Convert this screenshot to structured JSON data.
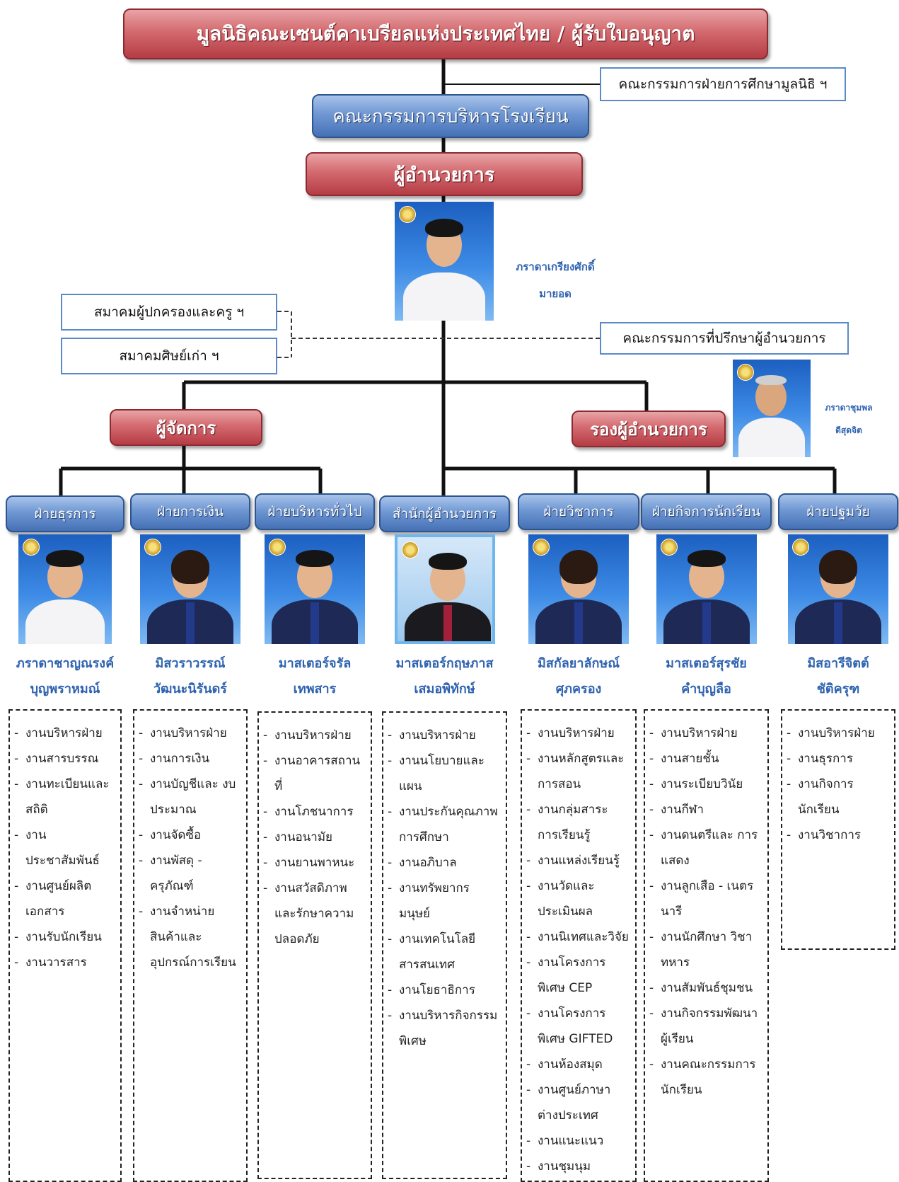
{
  "header": {
    "foundation": "มูลนิธิคณะเซนต์คาเบรียลแห่งประเทศไทย / ผู้รับใบอนุญาต",
    "education_committee": "คณะกรรมการฝ่ายการศึกษามูลนิธิ ฯ",
    "school_board": "คณะกรรมการบริหารโรงเรียน",
    "director_title": "ผู้อำนวยการ",
    "director_name_1": "ภราดาเกรียงศักดิ์",
    "director_name_2": "มายอด"
  },
  "side": {
    "parents_assoc": "สมาคมผู้ปกครองและครู ฯ",
    "alumni_assoc": "สมาคมศิษย์เก่า ฯ",
    "advisory_committee": "คณะกรรมการที่ปรึกษาผู้อำนวยการ"
  },
  "manager": {
    "title": "ผู้จัดการ"
  },
  "deputy": {
    "title": "รองผู้อำนวยการ",
    "name_1": "ภราดาชุมพล",
    "name_2": "ดีสุดจิต"
  },
  "departments": [
    {
      "title": "ฝ่ายธุรการ",
      "name_1": "ภราดาชาญณรงค์",
      "name_2": "บุญพราหมณ์",
      "items": [
        "งานบริหารฝ่าย",
        "งานสารบรรณ",
        "งานทะเบียนและ สถิติ",
        "งานประชาสัมพันธ์",
        "งานศูนย์ผลิต เอกสาร",
        "งานรับนักเรียน",
        "งานวารสาร"
      ]
    },
    {
      "title": "ฝ่ายการเงิน",
      "name_1": "มิสวราวรรณ์",
      "name_2": "วัฒนะนิรันดร์",
      "items": [
        "งานบริหารฝ่าย",
        "งานการเงิน",
        "งานบัญชีและ งบประมาณ",
        "งานจัดซื้อ",
        "งานพัสดุ - ครุภัณฑ์",
        "งานจำหน่าย สินค้าและ อุปกรณ์การเรียน"
      ]
    },
    {
      "title": "ฝ่ายบริหารทั่วไป",
      "name_1": "มาสเตอร์จรัล",
      "name_2": "เทพสาร",
      "items": [
        "งานบริหารฝ่าย",
        "งานอาคารสถานที่",
        "งานโภชนาการ",
        "งานอนามัย",
        "งานยานพาหนะ",
        "งานสวัสดิภาพ และรักษาความ ปลอดภัย"
      ]
    },
    {
      "title": "สำนักผู้อำนวยการ",
      "name_1": "มาสเตอร์กฤษภาส",
      "name_2": "เสมอพิทักษ์",
      "items": [
        "งานบริหารฝ่าย",
        "งานนโยบายและแผน",
        "งานประกันคุณภาพ การศึกษา",
        "งานอภิบาล",
        "งานทรัพยากรมนุษย์",
        "งานเทคโนโลยี สารสนเทศ",
        "งานโยธาธิการ",
        "งานบริหารกิจกรรม พิเศษ"
      ]
    },
    {
      "title": "ฝ่ายวิชาการ",
      "name_1": "มิสกัลยาลักษณ์",
      "name_2": "ศุภครอง",
      "items": [
        "งานบริหารฝ่าย",
        "งานหลักสูตรและ การสอน",
        "งานกลุ่มสาระ การเรียนรู้",
        "งานแหล่งเรียนรู้",
        "งานวัดและ ประเมินผล",
        "งานนิเทศและวิจัย",
        "งานโครงการพิเศษ CEP",
        "งานโครงการพิเศษ GIFTED",
        "งานห้องสมุด",
        "งานศูนย์ภาษา ต่างประเทศ",
        "งานแนะแนว",
        "งานชุมนุม"
      ]
    },
    {
      "title": "ฝ่ายกิจการนักเรียน",
      "name_1": "มาสเตอร์สุรชัย",
      "name_2": "คำบุญลือ",
      "items": [
        "งานบริหารฝ่าย",
        "งานสายชั้น",
        "งานระเบียบวินัย",
        "งานกีฬา",
        "งานดนตรีและ การแสดง",
        "งานลูกเสือ - เนตรนารี",
        "งานนักศึกษา วิชาทหาร",
        "งานสัมพันธ์ชุมชน",
        "งานกิจกรรมพัฒนา ผู้เรียน",
        "งานคณะกรรมการ นักเรียน"
      ]
    },
    {
      "title": "ฝ่ายปฐมวัย",
      "name_1": "มิสอารีจิตต์",
      "name_2": "ชัติครุฑ",
      "items": [
        "งานบริหารฝ่าย",
        "งานธุรการ",
        "งานกิจการนักเรียน",
        "งานวิชาการ"
      ]
    }
  ]
}
